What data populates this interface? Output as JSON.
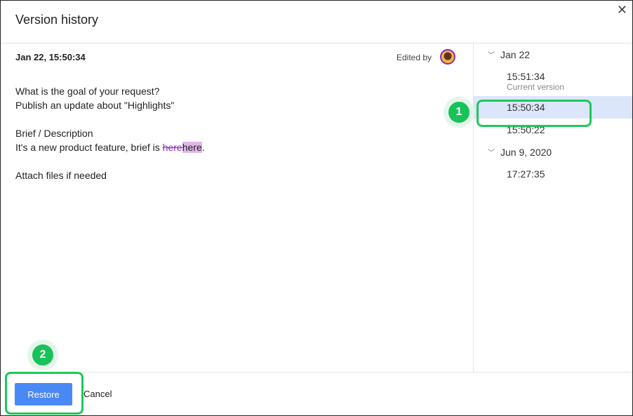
{
  "dialog": {
    "title": "Version history"
  },
  "content": {
    "date": "Jan 22, 15:50:34",
    "edited_by_label": "Edited by",
    "q1": "What is the goal of your request?",
    "a1": "Publish an update about \"Highlights\"",
    "q2": "Brief / Description",
    "a2_prefix": "It's a new product feature, brief is ",
    "a2_deleted": "here",
    "a2_inserted": "here",
    "a2_suffix": ".",
    "q3": "Attach files if needed"
  },
  "versions": {
    "groups": [
      {
        "label": "Jan 22",
        "items": [
          "15:51:34",
          "15:50:34",
          "15:50:22"
        ],
        "current_label": "Current version"
      },
      {
        "label": "Jun 9, 2020",
        "items": [
          "17:27:35"
        ]
      }
    ]
  },
  "footer": {
    "restore": "Restore",
    "cancel": "Cancel"
  },
  "annotations": {
    "step1": "1",
    "step2": "2"
  }
}
